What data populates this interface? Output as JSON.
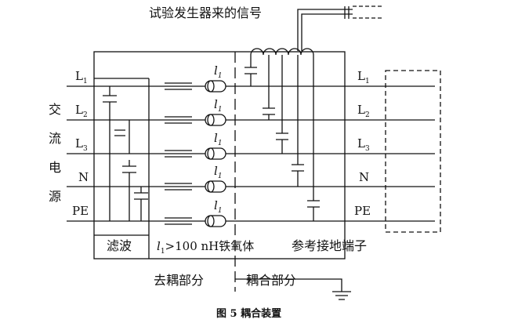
{
  "figure": {
    "signal_source_label": "试验发生器来的信号",
    "ac_source_label": [
      "交",
      "流",
      "电",
      "源"
    ],
    "left_lines": [
      {
        "base": "L",
        "sub": "1"
      },
      {
        "base": "L",
        "sub": "2"
      },
      {
        "base": "L",
        "sub": "3"
      },
      {
        "base": "N",
        "sub": ""
      },
      {
        "base": "PE",
        "sub": ""
      }
    ],
    "right_lines": [
      {
        "base": "L",
        "sub": "1"
      },
      {
        "base": "L",
        "sub": "2"
      },
      {
        "base": "L",
        "sub": "3"
      },
      {
        "base": "N",
        "sub": ""
      },
      {
        "base": "PE",
        "sub": ""
      }
    ],
    "ferrite_label": {
      "base": "l",
      "sub": "1"
    },
    "bottom_labels": {
      "filter": "滤波",
      "ferrite_spec_prefix": "l",
      "ferrite_spec_sub": "1",
      "ferrite_spec_text": ">100 nH铁氧体",
      "ground_terminal": "参考接地端子",
      "decoupling": "去耦部分",
      "coupling": "耦合部分"
    },
    "caption": "图 5 耦合装置"
  }
}
